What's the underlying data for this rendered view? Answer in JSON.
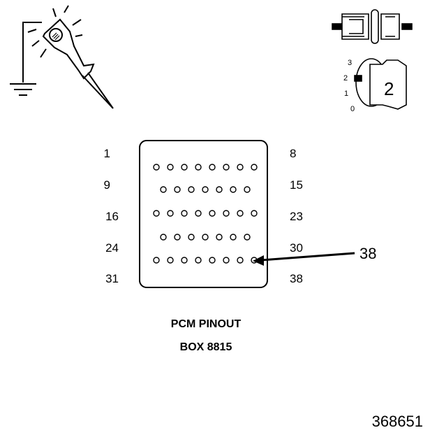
{
  "connector": {
    "row_start_labels": [
      "1",
      "9",
      "16",
      "24",
      "31"
    ],
    "row_end_labels": [
      "8",
      "15",
      "23",
      "30",
      "38"
    ],
    "pins_per_row": [
      8,
      7,
      8,
      7,
      8
    ]
  },
  "callout": {
    "label": "38"
  },
  "title": {
    "line1": "PCM PINOUT",
    "line2": "BOX 8815"
  },
  "ignition": {
    "positions": [
      "3",
      "2",
      "1",
      "0"
    ],
    "key_position": "2"
  },
  "figure_number": "368651",
  "icons": [
    "test-light-icon",
    "ground-symbol-icon",
    "connector-disconnected-icon",
    "ignition-key-icon"
  ]
}
